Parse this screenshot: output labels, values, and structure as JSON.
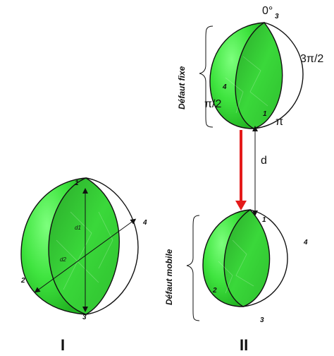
{
  "colors": {
    "sphere_fill": "#3fe43f",
    "sphere_dark": "#22b322",
    "cut_face": "#2fc02f",
    "outline": "#111111",
    "arrow_red": "#e41a1a"
  },
  "left_object": {
    "label": "I",
    "points": [
      "1",
      "2",
      "3",
      "4"
    ],
    "dims": [
      "d1",
      "d2"
    ]
  },
  "right_object": {
    "label": "II",
    "top_group": "Défaut fixe",
    "bottom_group": "Défaut mobile",
    "top_angles": [
      "0°",
      "3",
      "3π/2",
      "π/2",
      "π"
    ],
    "top_points": [
      "4",
      "1"
    ],
    "bottom_points": [
      "1",
      "4",
      "2",
      "3"
    ],
    "distance": "d"
  }
}
